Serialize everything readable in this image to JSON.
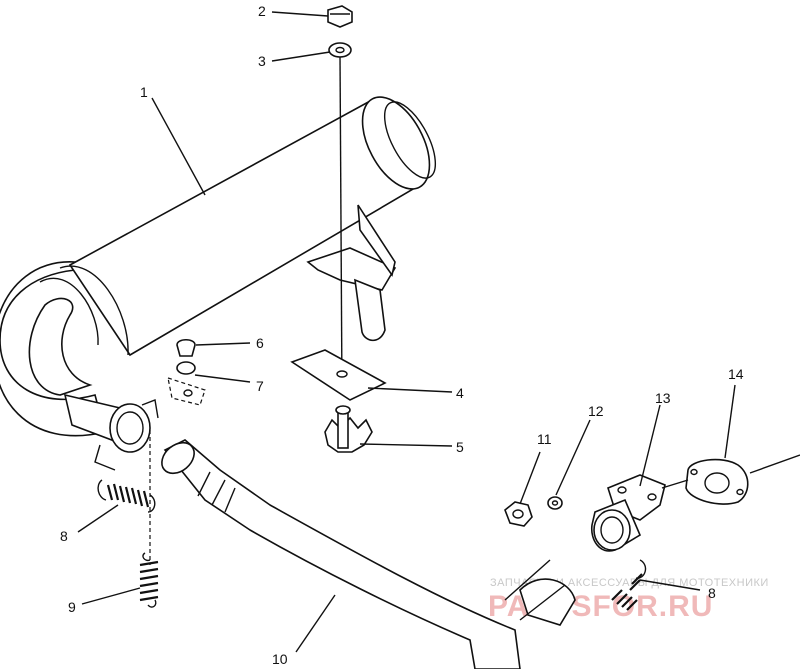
{
  "diagram": {
    "callouts": [
      {
        "id": "c1",
        "text": "1"
      },
      {
        "id": "c2",
        "text": "2"
      },
      {
        "id": "c3",
        "text": "3"
      },
      {
        "id": "c4",
        "text": "4"
      },
      {
        "id": "c5",
        "text": "5"
      },
      {
        "id": "c6",
        "text": "6"
      },
      {
        "id": "c7",
        "text": "7"
      },
      {
        "id": "c8a",
        "text": "8"
      },
      {
        "id": "c8b",
        "text": "8"
      },
      {
        "id": "c9",
        "text": "9"
      },
      {
        "id": "c10",
        "text": "10"
      },
      {
        "id": "c11",
        "text": "11"
      },
      {
        "id": "c12",
        "text": "12"
      },
      {
        "id": "c13",
        "text": "13"
      },
      {
        "id": "c14",
        "text": "14"
      }
    ]
  },
  "watermark": {
    "tagline": "ЗАПЧАСТИ И АКСЕССУАРЫ ДЛЯ МОТОТЕХНИКИ",
    "site": "PARTSFOR.RU"
  }
}
